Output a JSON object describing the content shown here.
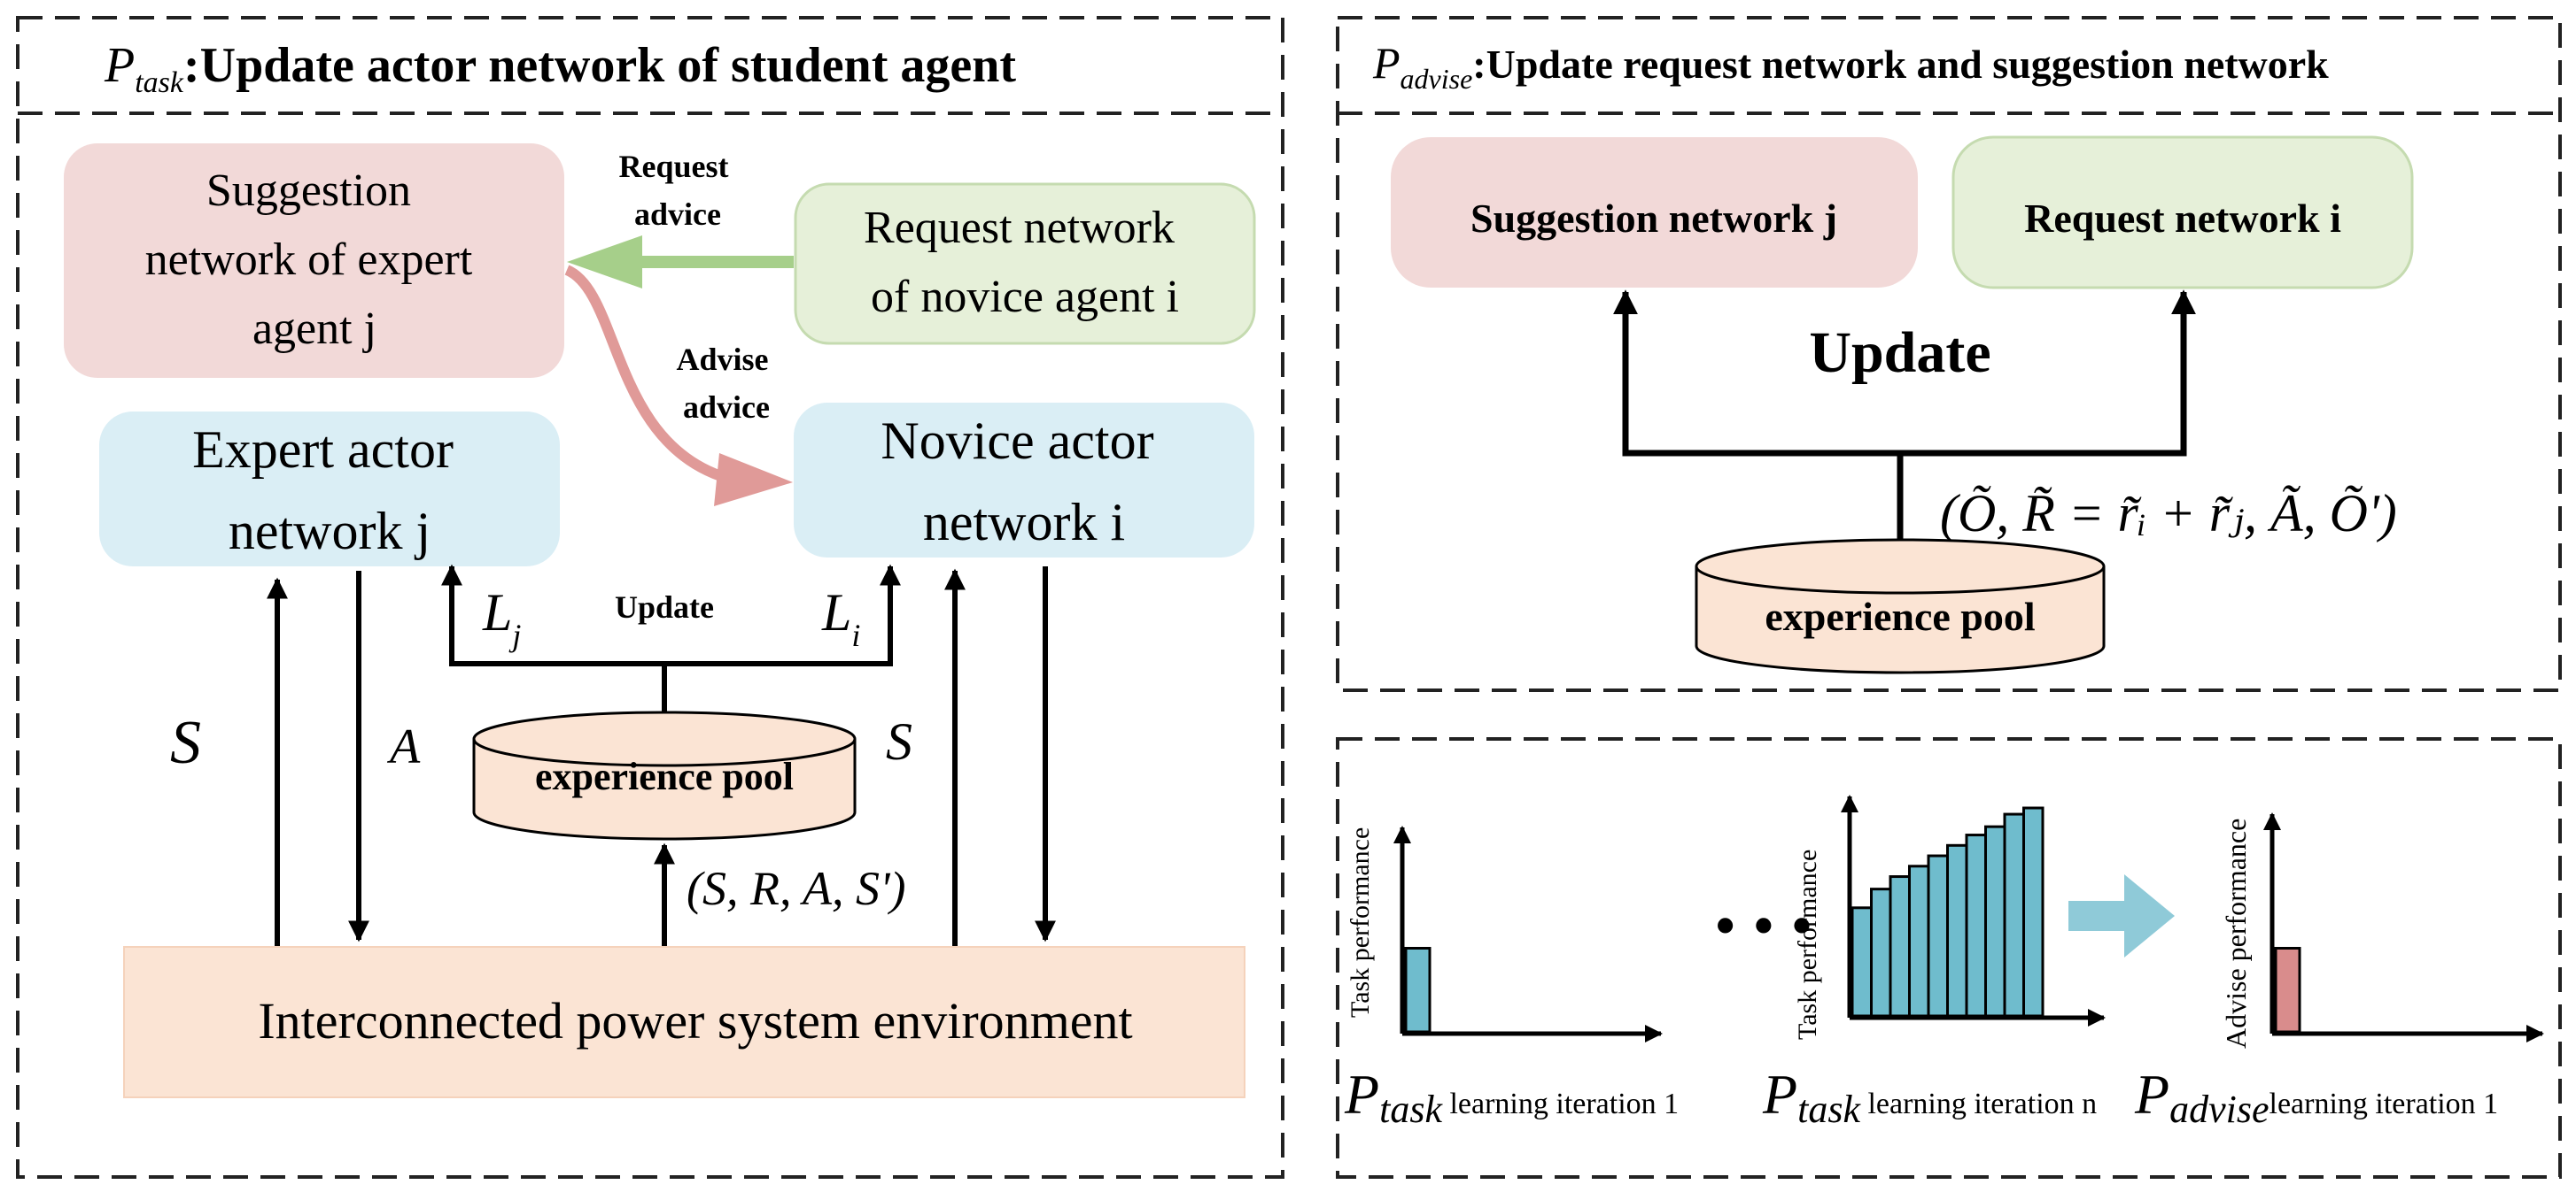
{
  "colors": {
    "suggestion_fill": "#f2d9d8",
    "request_fill": "#e6f0d9",
    "request_stroke": "#c5dbb0",
    "actor_fill": "#daeef5",
    "env_fill": "#fbe4d4",
    "pool_fill": "#fbe4d4",
    "bar_blue": "#6fbccd",
    "bar_red": "#d98c8c",
    "arrow_green": "#a6cf8a",
    "arrow_red": "#e09a98",
    "arrow_teal": "#8fcad8"
  },
  "left_panel": {
    "title_sym": "P",
    "title_sub": "task",
    "title_text": ":Update actor network  of  student agent",
    "suggestion_box": [
      "Suggestion",
      "network of expert",
      "agent j"
    ],
    "request_box": [
      "Request network",
      "of novice agent i"
    ],
    "expert_box": [
      "Expert actor",
      "network j"
    ],
    "novice_box": [
      "Novice actor",
      "network i"
    ],
    "request_advice": [
      "Request",
      "advice"
    ],
    "advise_advice": [
      "Advise",
      "advice"
    ],
    "loss_j": "L",
    "loss_j_sub": "j",
    "loss_i": "L",
    "loss_i_sub": "i",
    "update_label": "Update",
    "pool_label": "experience pool",
    "tuple_label": "(S, R, A, S')",
    "s_left": "S",
    "a_left": "A",
    "s_right": "S",
    "env_label": "Interconnected power system environment"
  },
  "right_top_panel": {
    "title_sym": "P",
    "title_sub": "advise",
    "title_text": ":Update request network and suggestion network",
    "suggestion_box": "Suggestion network  j",
    "request_box": "Request network  i",
    "update_label": "Update",
    "tuple_label": "(Õ, R̃ = r̃ᵢ + r̃ⱼ, Ã, Õ')",
    "pool_label": "experience pool"
  },
  "right_bottom_panel": {
    "plots": [
      {
        "ylabel": "Task performance",
        "xsym": "P",
        "xsub": "task",
        "xtext": " learning iteration 1",
        "bars": [
          0.45
        ]
      },
      {
        "ylabel": "Task performance",
        "xsym": "P",
        "xsub": "task",
        "xtext": " learning iteration n",
        "bars": [
          0.52,
          0.61,
          0.67,
          0.72,
          0.77,
          0.82,
          0.87,
          0.91,
          0.97,
          1.0
        ]
      },
      {
        "ylabel": "Advise performance",
        "xsym": "P",
        "xsub": "advise",
        "xtext": "learning iteration 1",
        "bars": [
          0.45
        ]
      }
    ],
    "ellipsis": "• • •"
  }
}
